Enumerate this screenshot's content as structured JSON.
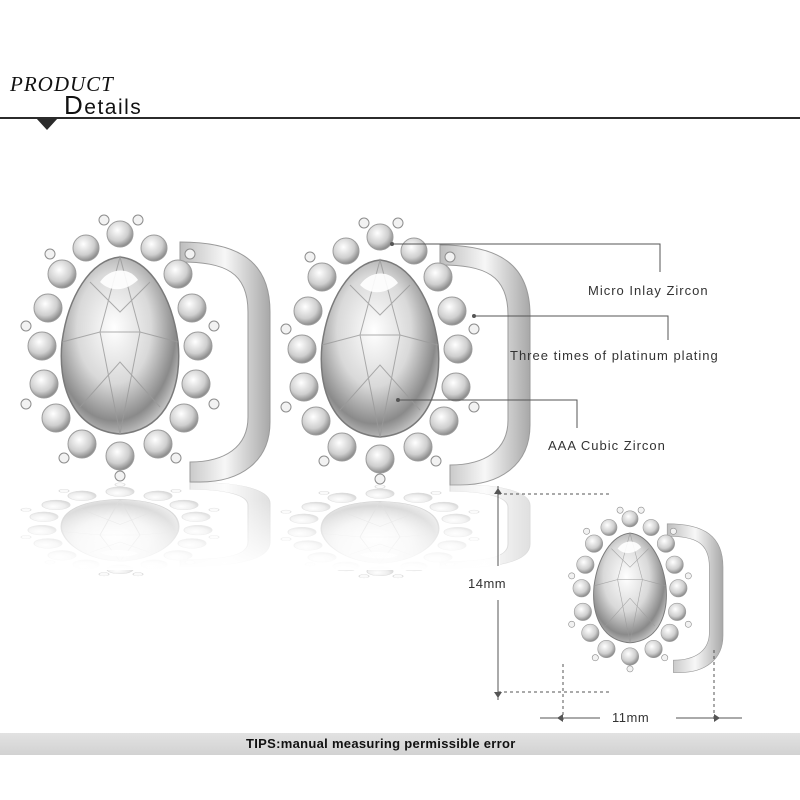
{
  "header": {
    "line1": "PRODUCT",
    "line2_initial": "D",
    "line2_rest": "etails"
  },
  "callouts": {
    "micro_inlay": "Micro Inlay Zircon",
    "platinum": "Three times of platinum plating",
    "cubic": "AAA Cubic Zircon"
  },
  "dimensions": {
    "height": "14mm",
    "width": "11mm"
  },
  "footer": {
    "tips": "TIPS:manual measuring permissible error"
  },
  "colors": {
    "rule": "#2b2b2b",
    "metal": "#e6e6e6",
    "footer_bar": "#d8d8d8"
  }
}
